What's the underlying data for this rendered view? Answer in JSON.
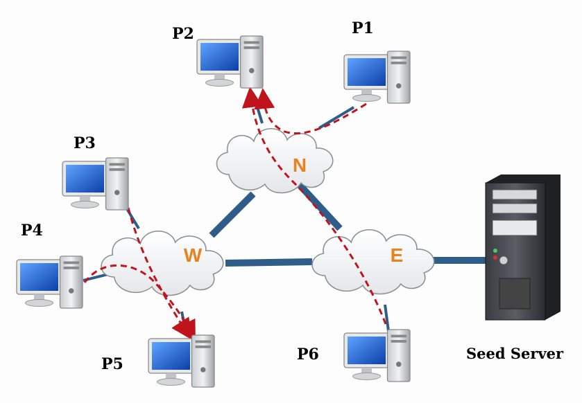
{
  "peers": [
    {
      "id": "P1",
      "label": "P1"
    },
    {
      "id": "P2",
      "label": "P2"
    },
    {
      "id": "P3",
      "label": "P3"
    },
    {
      "id": "P4",
      "label": "P4"
    },
    {
      "id": "P5",
      "label": "P5"
    },
    {
      "id": "P6",
      "label": "P6"
    }
  ],
  "clouds": [
    {
      "id": "N",
      "label": "N"
    },
    {
      "id": "W",
      "label": "W"
    },
    {
      "id": "E",
      "label": "E"
    }
  ],
  "server": {
    "label": "Seed Server"
  },
  "colors": {
    "link": "#2f5d8a",
    "path": "#c0141c",
    "cloud_label": "#e8821e",
    "monitor_screen": "#1f5fd0"
  }
}
